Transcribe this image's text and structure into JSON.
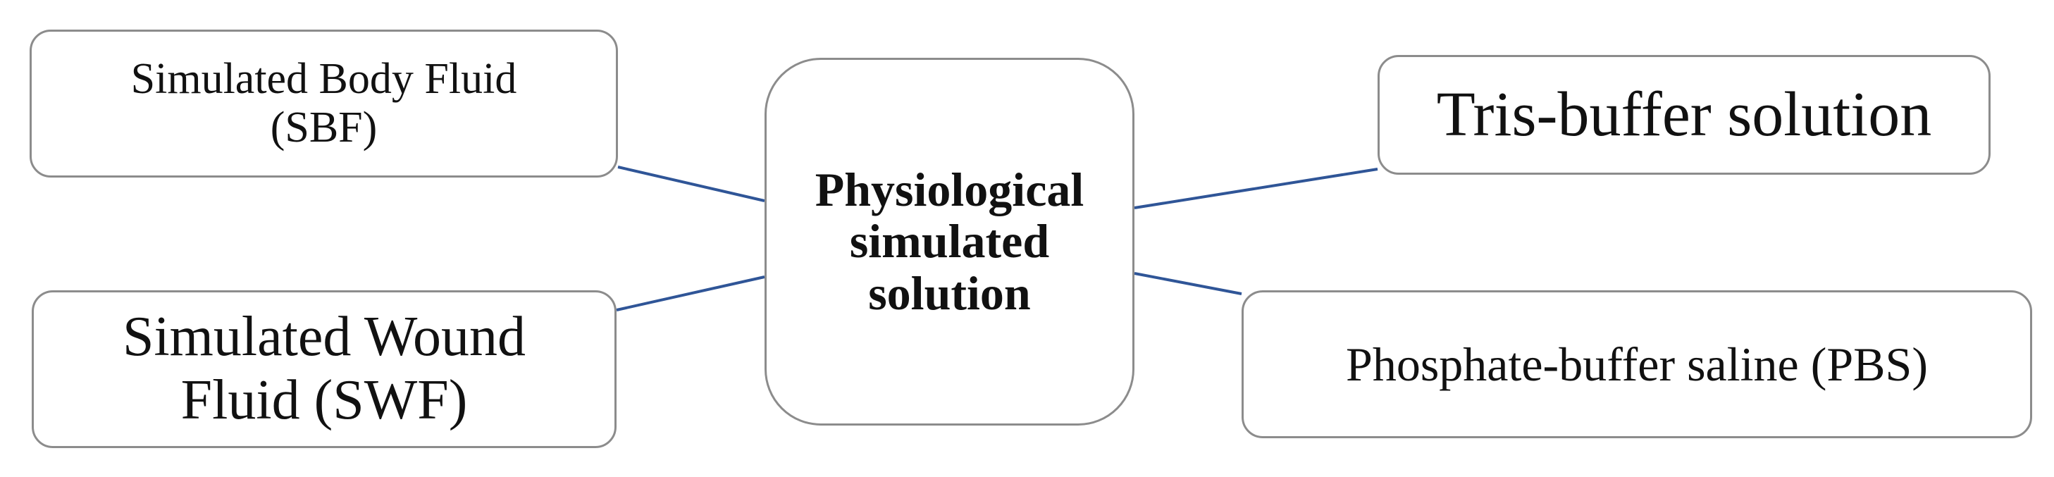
{
  "diagram": {
    "center": {
      "lines": [
        "Physiological",
        "simulated",
        "solution"
      ]
    },
    "branches": [
      {
        "id": "sbf",
        "lines": [
          "Simulated Body Fluid",
          "(SBF)"
        ]
      },
      {
        "id": "swf",
        "lines": [
          "Simulated Wound",
          "Fluid (SWF)"
        ]
      },
      {
        "id": "tris",
        "lines": [
          "Tris-buffer solution"
        ]
      },
      {
        "id": "pbs",
        "lines": [
          "Phosphate-buffer saline (PBS)"
        ]
      }
    ],
    "colors": {
      "connector": "#2f5597",
      "box_border": "#8c8c8c",
      "text": "#111111",
      "background": "#ffffff"
    }
  }
}
